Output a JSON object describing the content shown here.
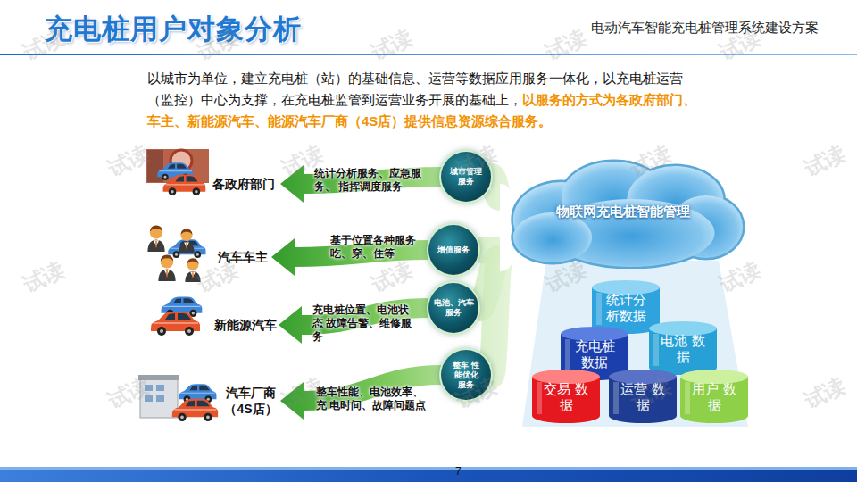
{
  "diagram": {
    "title": "充电桩用户对象分析",
    "nodes": [
      {
        "text": [
          "各政府部门"
        ]
      },
      {
        "text": [
          "汽车车主"
        ]
      },
      {
        "text": [
          "新能源汽车"
        ]
      },
      {
        "text": [
          "汽车厂商 （4S店）"
        ]
      },
      {
        "text": [
          "城市管理 服务"
        ]
      },
      {
        "text": [
          "增值服务"
        ]
      },
      {
        "text": [
          "电池、汽车 服务"
        ]
      },
      {
        "text": [
          "整车 性能优化 服务"
        ]
      },
      {
        "text": [
          "物联网充电桩智能管理"
        ]
      },
      {
        "text": [
          "统计分 析数据"
        ]
      },
      {
        "text": [
          "充电桩 数据"
        ]
      },
      {
        "text": [
          "电池 数据"
        ]
      },
      {
        "text": [
          "交易 数据"
        ]
      },
      {
        "text": [
          "运营 数据"
        ]
      },
      {
        "text": [
          "用户 数据"
        ]
      }
    ],
    "edges": [
      {
        "from": 8,
        "to": 4,
        "arrow": "none"
      },
      {
        "from": 8,
        "to": 5,
        "arrow": "none"
      },
      {
        "from": 8,
        "to": 6,
        "arrow": "none"
      },
      {
        "from": 8,
        "to": 7,
        "arrow": "none"
      },
      {
        "from": 4,
        "to": 0,
        "label": "统计分析服务、应急服务、 指挥调度服务",
        "arrow": "to"
      },
      {
        "from": 5,
        "to": 1,
        "label": "基于位置各种服务 吃、穿、住等",
        "arrow": "to"
      },
      {
        "from": 6,
        "to": 2,
        "label": "充电桩位置、电池状态 故障告警、维修服务",
        "arrow": "to"
      },
      {
        "from": 7,
        "to": 3,
        "label": "整车性能、电池效率、充 电时间、故障问题点",
        "arrow": "to"
      }
    ],
    "labels": [
      "电动汽车智能充电桩管理系统建设方案",
      "以城市为单位，建立充电桩（站）的基础信息、运营等数据应用服务一体化，以充电桩运营 （监控）中心为支撑，在充电桩监管到运营业务开展的基础上，",
      "以服务的方式为各政府部门、 车主、新能源汽车、能源汽车厂商（4S店）提供信息资源综合服务。",
      "7",
      "试读",
      "试读",
      "试读",
      "试读",
      "试读",
      "试读",
      "试读",
      "试读",
      "试读",
      "试读",
      "试读",
      "试读",
      "试读",
      "试读",
      "试读",
      "试读",
      "试读",
      "试读",
      "试读",
      "试读"
    ]
  }
}
